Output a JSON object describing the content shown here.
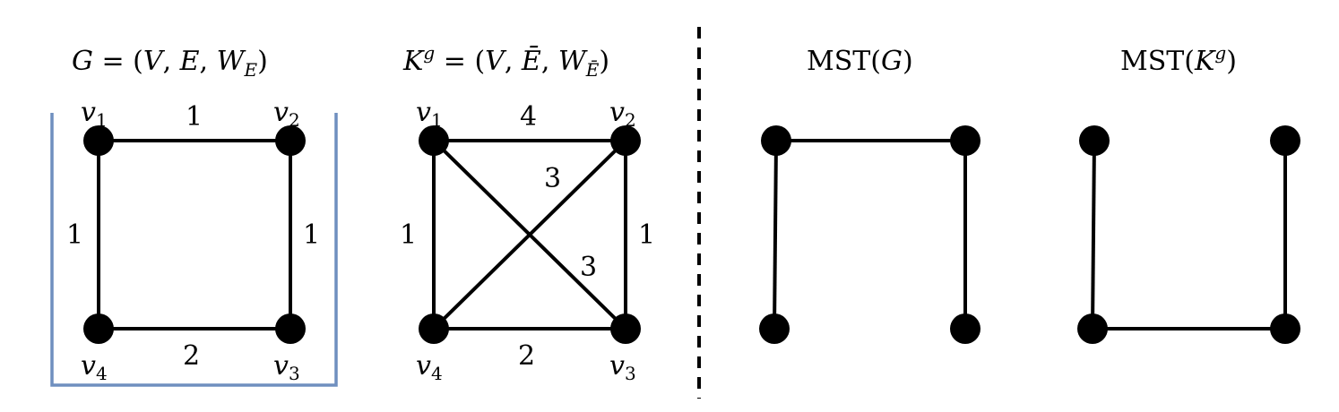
{
  "panels": {
    "g": {
      "title": "G = (V, E, W_E)",
      "vertices": [
        "v1",
        "v2",
        "v3",
        "v4"
      ],
      "edges": [
        {
          "from": "v1",
          "to": "v2",
          "weight": "1"
        },
        {
          "from": "v2",
          "to": "v3",
          "weight": "1"
        },
        {
          "from": "v3",
          "to": "v4",
          "weight": "2"
        },
        {
          "from": "v4",
          "to": "v1",
          "weight": "1"
        }
      ]
    },
    "kg": {
      "title": "K^g = (V, Ē, W_Ē)",
      "vertices": [
        "v1",
        "v2",
        "v3",
        "v4"
      ],
      "edges": [
        {
          "from": "v1",
          "to": "v2",
          "weight": "4"
        },
        {
          "from": "v2",
          "to": "v3",
          "weight": "1"
        },
        {
          "from": "v3",
          "to": "v4",
          "weight": "2"
        },
        {
          "from": "v4",
          "to": "v1",
          "weight": "1"
        },
        {
          "from": "v2",
          "to": "v4",
          "weight": "3"
        },
        {
          "from": "v1",
          "to": "v3",
          "weight": "3"
        }
      ]
    },
    "mst_g": {
      "title": "MST(G)",
      "edges": [
        {
          "from": "v1",
          "to": "v2"
        },
        {
          "from": "v2",
          "to": "v3"
        },
        {
          "from": "v4",
          "to": "v1"
        }
      ]
    },
    "mst_kg": {
      "title": "MST(K^g)",
      "edges": [
        {
          "from": "v2",
          "to": "v3"
        },
        {
          "from": "v3",
          "to": "v4"
        },
        {
          "from": "v4",
          "to": "v1"
        }
      ]
    }
  },
  "labels": {
    "v1_sub": "1",
    "v2_sub": "2",
    "v3_sub": "3",
    "v4_sub": "4",
    "v": "v"
  },
  "colors": {
    "ink": "#000000",
    "highlight_box": "#6f8fbf"
  }
}
